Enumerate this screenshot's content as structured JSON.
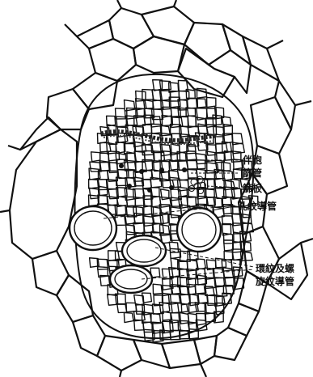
{
  "figure": {
    "background": "#ffffff",
    "ink": "#111111",
    "subject": "vascular-bundle-cross-section",
    "labels": [
      {
        "id": "companion-cell",
        "text": "伴胞"
      },
      {
        "id": "sieve-tube",
        "text": "篩管"
      },
      {
        "id": "sieve-plate",
        "text": "篩板"
      },
      {
        "id": "pitted-vessel",
        "text": "孔紋導管"
      },
      {
        "id": "annular-vessel-line1",
        "text": "環紋及螺"
      },
      {
        "id": "annular-vessel-line2",
        "text": "旋紋導管"
      }
    ]
  }
}
